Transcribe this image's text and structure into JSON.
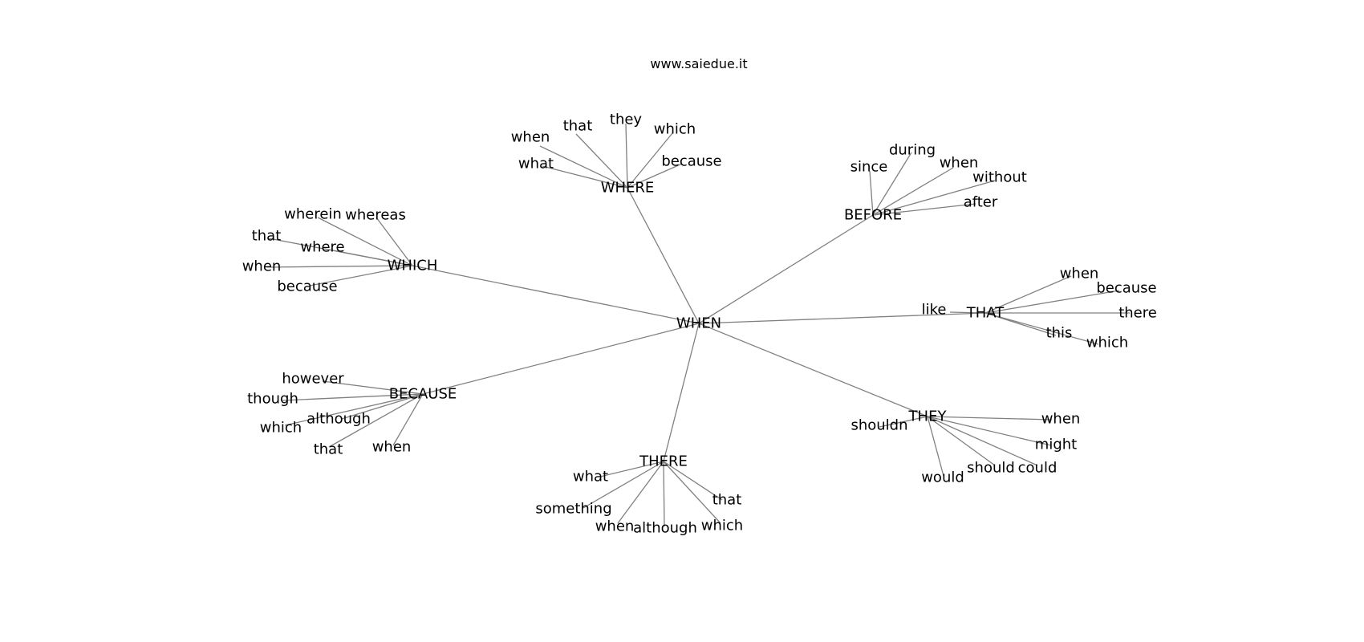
{
  "title": "www.saiedue.it",
  "colors": {
    "edge": "#808080",
    "text": "#000000",
    "background": "#ffffff"
  },
  "graph": {
    "root": "WHEN",
    "hubs": [
      {
        "id": "where",
        "label": "WHERE",
        "leaves": [
          "when",
          "that",
          "they",
          "which",
          "because",
          "what"
        ]
      },
      {
        "id": "before",
        "label": "BEFORE",
        "leaves": [
          "since",
          "during",
          "when",
          "without",
          "after"
        ]
      },
      {
        "id": "which",
        "label": "WHICH",
        "leaves": [
          "wherein",
          "whereas",
          "that",
          "where",
          "when",
          "because"
        ]
      },
      {
        "id": "that",
        "label": "THAT",
        "leaves": [
          "when",
          "because",
          "like",
          "there",
          "this",
          "which"
        ]
      },
      {
        "id": "because",
        "label": "BECAUSE",
        "leaves": [
          "however",
          "though",
          "although",
          "which",
          "that",
          "when"
        ]
      },
      {
        "id": "they",
        "label": "THEY",
        "leaves": [
          "shouldn",
          "when",
          "might",
          "would",
          "should",
          "could"
        ]
      },
      {
        "id": "there",
        "label": "THERE",
        "leaves": [
          "what",
          "something",
          "that",
          "when",
          "although",
          "which"
        ]
      }
    ]
  }
}
